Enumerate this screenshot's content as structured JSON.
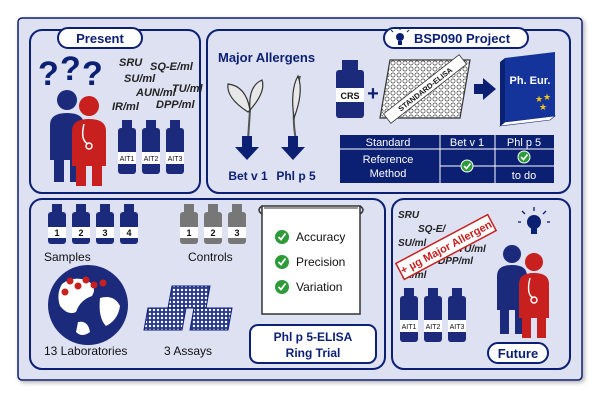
{
  "panels": {
    "present": {
      "title": "Present",
      "units": [
        "SRU",
        "SQ-E/ml",
        "SU/ml",
        "AUN/ml",
        "TU/ml",
        "IR/ml",
        "DPP/ml"
      ],
      "vials": [
        "AIT1",
        "AIT2",
        "AIT3"
      ]
    },
    "project": {
      "badge": "BSP090 Project",
      "major_allergens": "Major Allergens",
      "allergens": [
        "Bet v 1",
        "Phl p 5"
      ],
      "crs": "CRS",
      "plus": "+",
      "plate": "STANDARD-ELISA",
      "pheur": "Ph. Eur.",
      "table": {
        "headers": [
          "Standard",
          "Bet v 1",
          "Phl p 5"
        ],
        "row_label_1": "Reference",
        "row_label_2": "Method",
        "bet_status": "check",
        "phl_status_1": "check",
        "phl_status_2": "to do"
      }
    },
    "trial": {
      "samples_label": "Samples",
      "sample_numbers": [
        "1",
        "2",
        "3",
        "4"
      ],
      "controls_label": "Controls",
      "control_numbers": [
        "1",
        "2",
        "3"
      ],
      "labs_label": "13 Laboratories",
      "assays_label": "3 Assays",
      "checklist": [
        "Accuracy",
        "Precision",
        "Variation"
      ],
      "title_1": "Phl p 5-ELISA",
      "title_2": "Ring Trial"
    },
    "future": {
      "title": "Future",
      "units": [
        "SRU",
        "SQ-E/",
        "SU/ml",
        "TU/ml",
        "DPP/ml",
        "IR/ml"
      ],
      "stamp": "+ µg Major Allergen",
      "vials": [
        "AIT1",
        "AIT2",
        "AIT3"
      ]
    }
  },
  "colors": {
    "panel_fill": "#dde1f2",
    "panel_border": "#0b1f73",
    "navy": "#0b1f73",
    "vial_blue": "#1b2a7a",
    "control_grey": "#777777",
    "red_person": "#c8201e",
    "check_green": "#2e9b3a",
    "eu_blue": "#14339b",
    "eu_star": "#f2c418"
  },
  "icons": [
    "question-mark-icon",
    "person-icon",
    "lightbulb-icon",
    "globe-icon",
    "map-pin-icon",
    "check-icon",
    "arrow-icon",
    "plant-icon",
    "book-icon",
    "elisa-plate-icon",
    "scroll-icon"
  ]
}
